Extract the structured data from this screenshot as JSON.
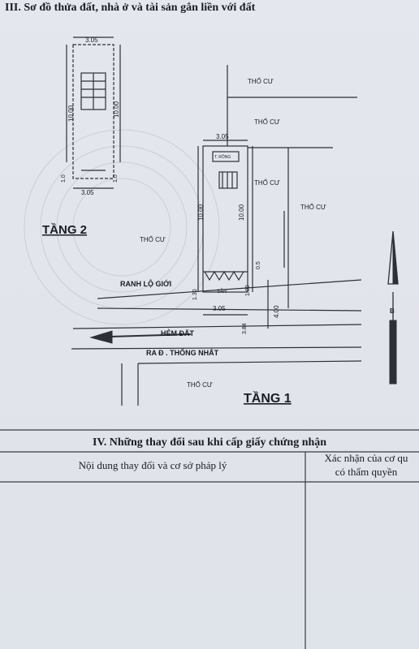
{
  "section3_title": "III. Sơ đồ thửa đất, nhà ở và tài sản gắn liền với đất",
  "floor2": {
    "label": "TẦNG 2",
    "width_top": "3.05",
    "width_bottom": "3.05",
    "length_left": "10.00",
    "length_right": "10.00",
    "offset_left": "1.0",
    "offset_right": "1.0"
  },
  "floor1": {
    "label": "TẦNG 1",
    "width_top": "3.05",
    "width_bottom": "3.05",
    "length_left": "10.00",
    "length_right": "10.00",
    "side_left": "1.30",
    "side_right": "1.00",
    "right_offset": "0.5",
    "road_depth": "4.00",
    "bottom_dim": "3.84",
    "top_room": "T. RỒNG",
    "courtyard": "SÂN"
  },
  "neighbors": {
    "n1": "THỔ CƯ",
    "n2": "THỔ CƯ",
    "n3": "THỔ CƯ",
    "n4": "THỔ CƯ",
    "n5": "THỔ CƯ",
    "n6": "THỔ CƯ"
  },
  "boundary_label": "RANH LỘ GIỚI",
  "alley_label": "HẺM ĐẤT",
  "road_label": "RA Đ . THỐNG NHẤT",
  "north_label": "B",
  "section4_title": "IV. Những thay đổi sau khi cấp giấy chứng nhận",
  "table_headers": {
    "content": "Nội dung thay đổi và cơ sở pháp lý",
    "confirm_line1": "Xác nhận của cơ qu",
    "confirm_line2": "có thẩm quyền"
  },
  "colors": {
    "ink": "#1c1c22",
    "paper": "#e2e6ec",
    "line": "#3a3a44"
  }
}
